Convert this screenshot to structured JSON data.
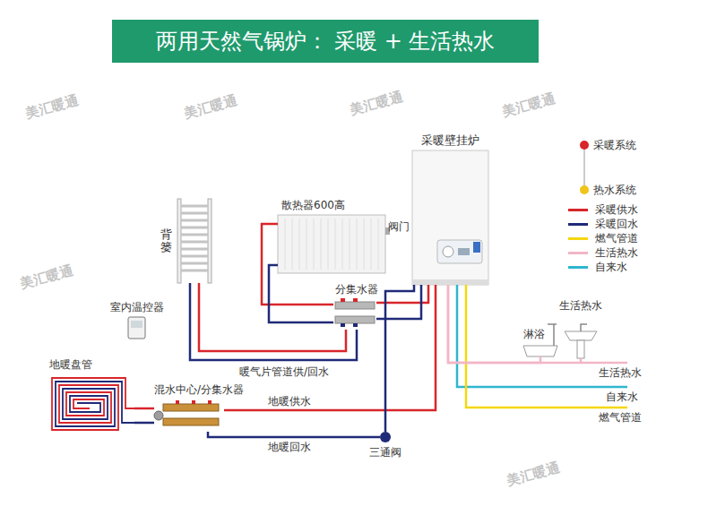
{
  "diagram": {
    "title": "两用天然气锅炉： 采暖 + 生活热水",
    "nodes": [
      {
        "text": [
          "采暖壁挂炉"
        ]
      },
      {
        "text": [
          "散热器600高"
        ]
      },
      {
        "text": [
          "背篓"
        ]
      },
      {
        "text": [
          "分集水器"
        ]
      },
      {
        "text": [
          "室内温控器"
        ]
      },
      {
        "text": [
          "地暖盘管"
        ]
      },
      {
        "text": [
          "混水中心/分集水器"
        ]
      },
      {
        "text": [
          "三通阀"
        ]
      },
      {
        "text": [
          "淋浴"
        ]
      },
      {
        "text": [
          "生活热水"
        ]
      }
    ],
    "edges": [
      {
        "from": 0,
        "to": 3,
        "arrow": "none"
      },
      {
        "from": 3,
        "to": 1,
        "arrow": "none"
      },
      {
        "from": 3,
        "to": 2,
        "label": "暖气片管道供/回水",
        "arrow": "none"
      },
      {
        "from": 0,
        "to": 6,
        "label": "地暖供水",
        "arrow": "none"
      },
      {
        "from": 6,
        "to": 5,
        "arrow": "none"
      },
      {
        "from": 6,
        "to": 7,
        "label": "地暖回水",
        "arrow": "none"
      },
      {
        "from": 7,
        "to": 0,
        "arrow": "none"
      },
      {
        "from": 0,
        "to": 8,
        "arrow": "none"
      },
      {
        "from": 0,
        "to": 9,
        "arrow": "none"
      }
    ],
    "labels": [
      "阀门",
      "生活热水",
      "自来水",
      "燃气管道",
      "美汇暖通",
      "美汇暖通",
      "美汇暖通",
      "美汇暖通",
      "美汇暖通",
      "美汇暖通"
    ],
    "legend": [
      {
        "text": "采暖系统",
        "color": "#d8262b"
      },
      {
        "text": "热水系统",
        "color": "#f0c419"
      },
      {
        "text": "采暖供水",
        "color": "#d8262b"
      },
      {
        "text": "采暖回水",
        "color": "#1f2a78"
      },
      {
        "text": "燃气管道",
        "color": "#f5d70f"
      },
      {
        "text": "生活热水",
        "color": "#f2b6c6"
      },
      {
        "text": "自来水",
        "color": "#2fb6cf"
      }
    ]
  }
}
